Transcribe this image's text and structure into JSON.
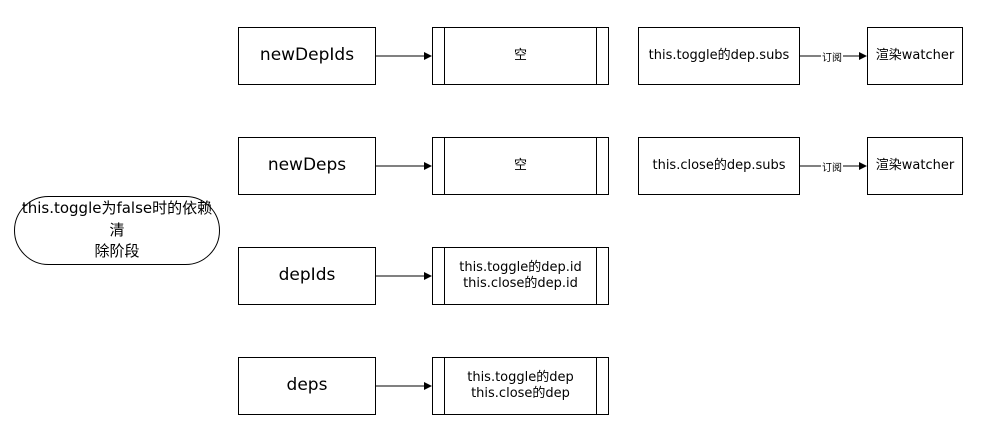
{
  "stage": {
    "line1": "this.toggle为false时的依赖清",
    "line2": "除阶段"
  },
  "rows": [
    {
      "key": "newDepIds",
      "value_lines": [
        "空"
      ]
    },
    {
      "key": "newDeps",
      "value_lines": [
        "空"
      ]
    },
    {
      "key": "depIds",
      "value_lines": [
        "this.toggle的dep.id",
        "this.close的dep.id"
      ]
    },
    {
      "key": "deps",
      "value_lines": [
        "this.toggle的dep",
        "this.close的dep"
      ]
    }
  ],
  "subscriptions": [
    {
      "dep": "this.toggle的dep.subs",
      "edge": "订阅",
      "watcher": "渲染watcher"
    },
    {
      "dep": "this.close的dep.subs",
      "edge": "订阅",
      "watcher": "渲染watcher"
    }
  ]
}
